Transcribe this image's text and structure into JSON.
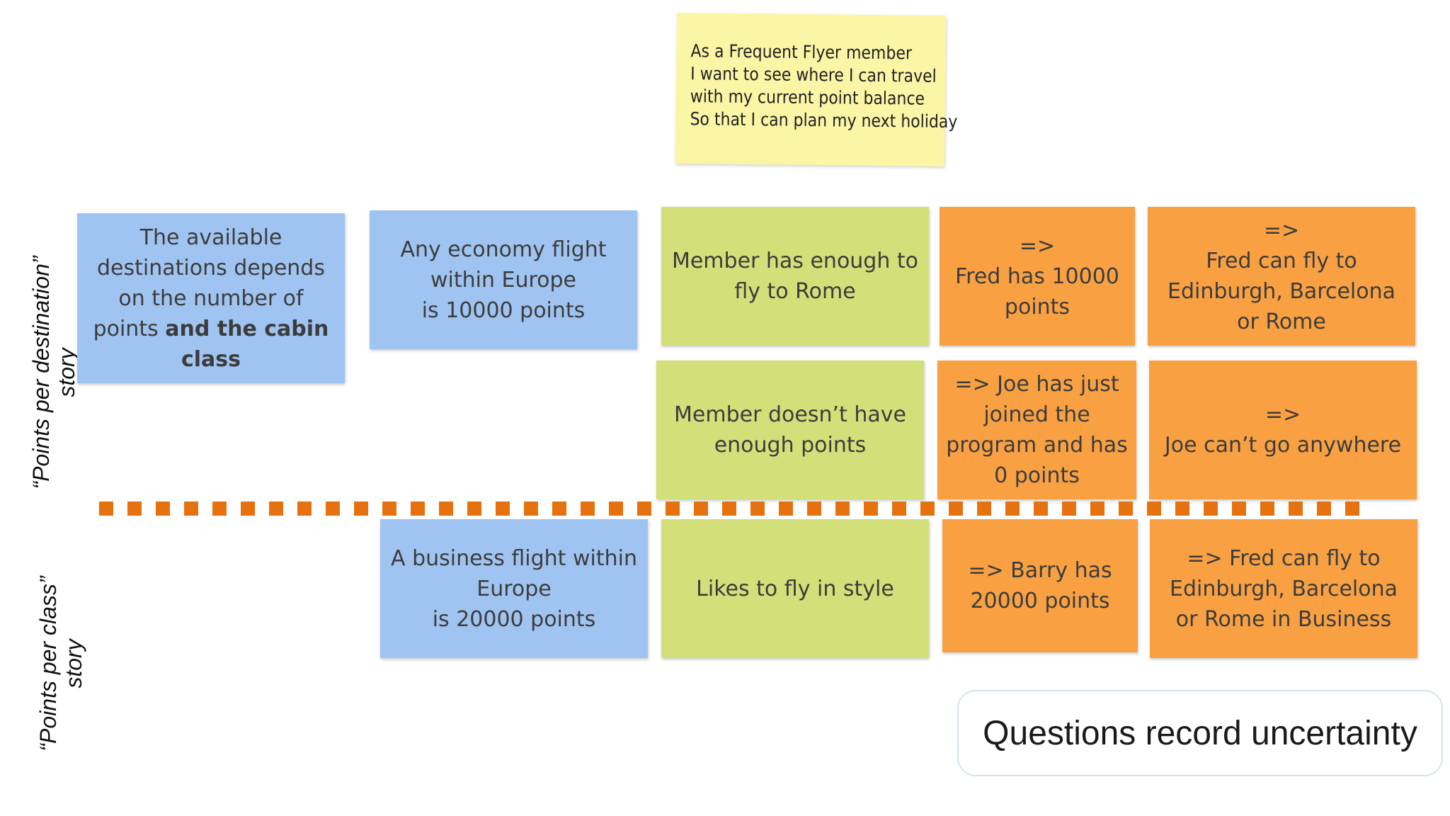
{
  "story": {
    "lines": [
      "As a Frequent Flyer member",
      "I want to see where I can travel",
      "with my current point balance",
      "So that I can plan my next holiday"
    ]
  },
  "labels": {
    "destination_story": [
      "“Points per destination”",
      "story"
    ],
    "class_story": [
      "“Points per class”",
      "story"
    ]
  },
  "rules": {
    "destinations": {
      "lines": [
        "The available",
        "destinations depends",
        "on the number of"
      ],
      "last_line_plain": "points ",
      "last_line_bold": "and the cabin",
      "bold_line": "class"
    },
    "economy": [
      "Any economy flight",
      "within Europe",
      "is 10000 points"
    ],
    "business": [
      "A business flight within",
      "Europe",
      "is 20000 points"
    ]
  },
  "examples": {
    "enough": [
      "Member has enough to",
      "fly to Rome"
    ],
    "not_enough": [
      "Member doesn’t have",
      "enough points"
    ],
    "style": [
      "Likes to fly in style"
    ]
  },
  "outcomes": {
    "fred_points": [
      "=>",
      "Fred has 10000",
      "points"
    ],
    "fred_fly": [
      "=>",
      "Fred can fly to",
      "Edinburgh, Barcelona",
      "or Rome"
    ],
    "joe_points": [
      "=> Joe has just",
      "joined the",
      "program and has",
      "0 points"
    ],
    "joe_fly": [
      "=>",
      "Joe can’t go anywhere"
    ],
    "barry_points": [
      "=> Barry has",
      "20000 points"
    ],
    "fred_business": [
      "=> Fred can fly to",
      "Edinburgh, Barcelona",
      "or Rome in Business"
    ]
  },
  "callout": {
    "text": "Questions record uncertainty"
  },
  "colors": {
    "rule": "#a0c4f1",
    "example": "#d3df78",
    "outcome": "#f9a142",
    "story": "#fbf5a6",
    "divider": "#e6720f"
  }
}
